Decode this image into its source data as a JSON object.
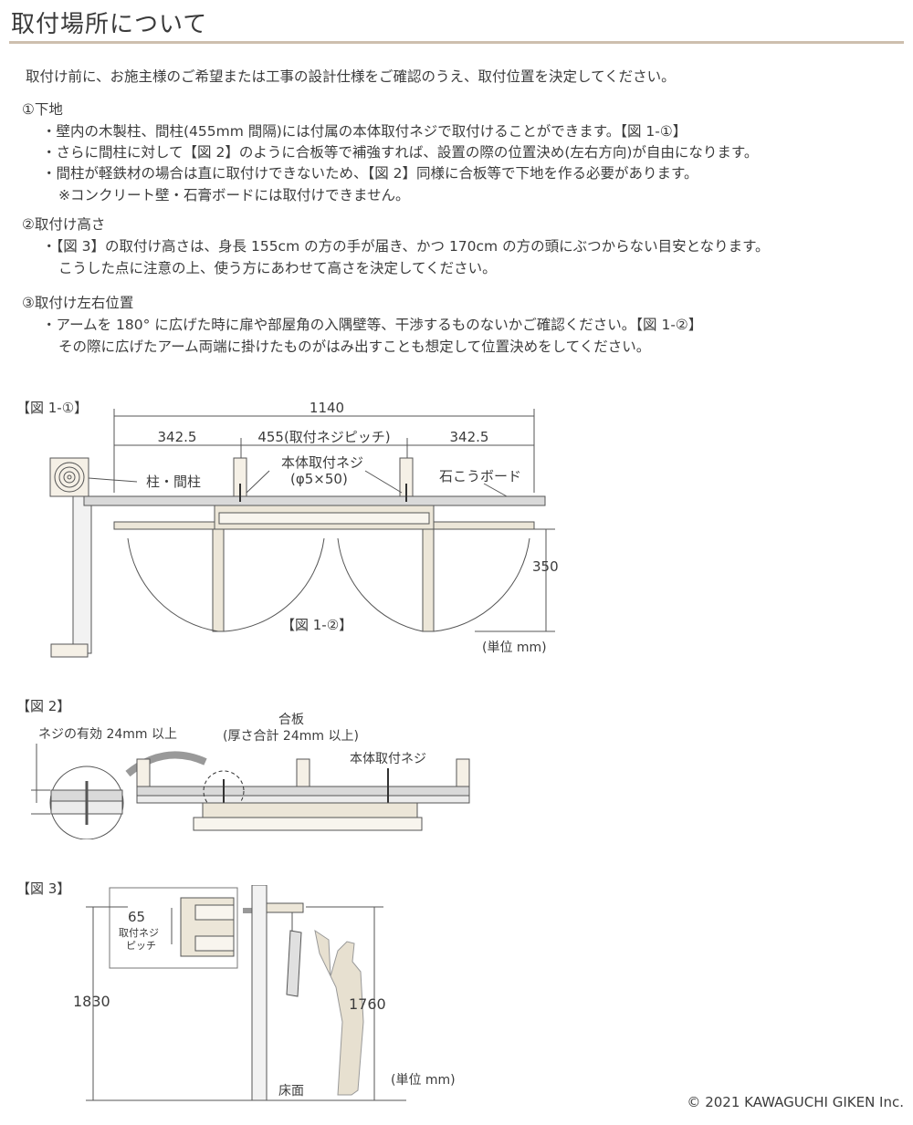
{
  "title": "取付場所について",
  "intro": "取付け前に、お施主様のご希望または工事の設計仕様をご確認のうえ、取付位置を決定してください。",
  "sections": [
    {
      "heading": "①下地",
      "lines": [
        "・壁内の木製柱、間柱(455mm 間隔)には付属の本体取付ネジで取付けることができます。【図 1-①】",
        "・さらに間柱に対して【図 2】のように合板等で補強すれば、設置の際の位置決め(左右方向)が自由になります。",
        "・間柱が軽鉄材の場合は直に取付けできないため、【図 2】同様に合板等で下地を作る必要があります。",
        "※コンクリート壁・石膏ボードには取付けできません。"
      ]
    },
    {
      "heading": "②取付け高さ",
      "lines": [
        "・【図 3】の取付け高さは、身長 155cm の方の手が届き、かつ 170cm の方の頭にぶつからない目安となります。",
        "こうした点に注意の上、使う方にあわせて高さを決定してください。"
      ]
    },
    {
      "heading": "③取付け左右位置",
      "lines": [
        "・アームを 180° に広げた時に扉や部屋角の入隅壁等、干渉するものないかご確認ください。【図 1-②】",
        "その際に広げたアーム両端に掛けたものがはみ出すことも想定して位置決めをしてください。"
      ]
    }
  ],
  "fig1": {
    "label": "【図 1-①】",
    "sublabel": "【図 1-②】",
    "dim_total": "1140",
    "dim_left": "342.5",
    "dim_mid": "455(取付ネジピッチ)",
    "dim_right": "342.5",
    "dim_height": "350",
    "label_pillar": "柱・間柱",
    "label_screw": "本体取付ネジ",
    "label_screw_size": "(φ5×50)",
    "label_board": "石こうボード",
    "unit": "(単位 mm)"
  },
  "fig2": {
    "label": "【図 2】",
    "label_effective": "ネジの有効 24mm 以上",
    "label_plywood": "合板",
    "label_plywood_note": "(厚さ合計 24mm 以上)",
    "label_screw": "本体取付ネジ"
  },
  "fig3": {
    "label": "【図 3】",
    "dim_pitch": "65",
    "pitch_note_1": "取付ネジ",
    "pitch_note_2": "ピッチ",
    "dim_1830": "1830",
    "dim_1760": "1760",
    "floor": "床面",
    "unit": "(単位 mm)"
  },
  "copyright": "© 2021 KAWAGUCHI GIKEN Inc.",
  "colors": {
    "rule": "#cdbfae",
    "bracket": "#e8e0cf",
    "board": "#d6d6d6",
    "person": "#e7e0d0"
  }
}
